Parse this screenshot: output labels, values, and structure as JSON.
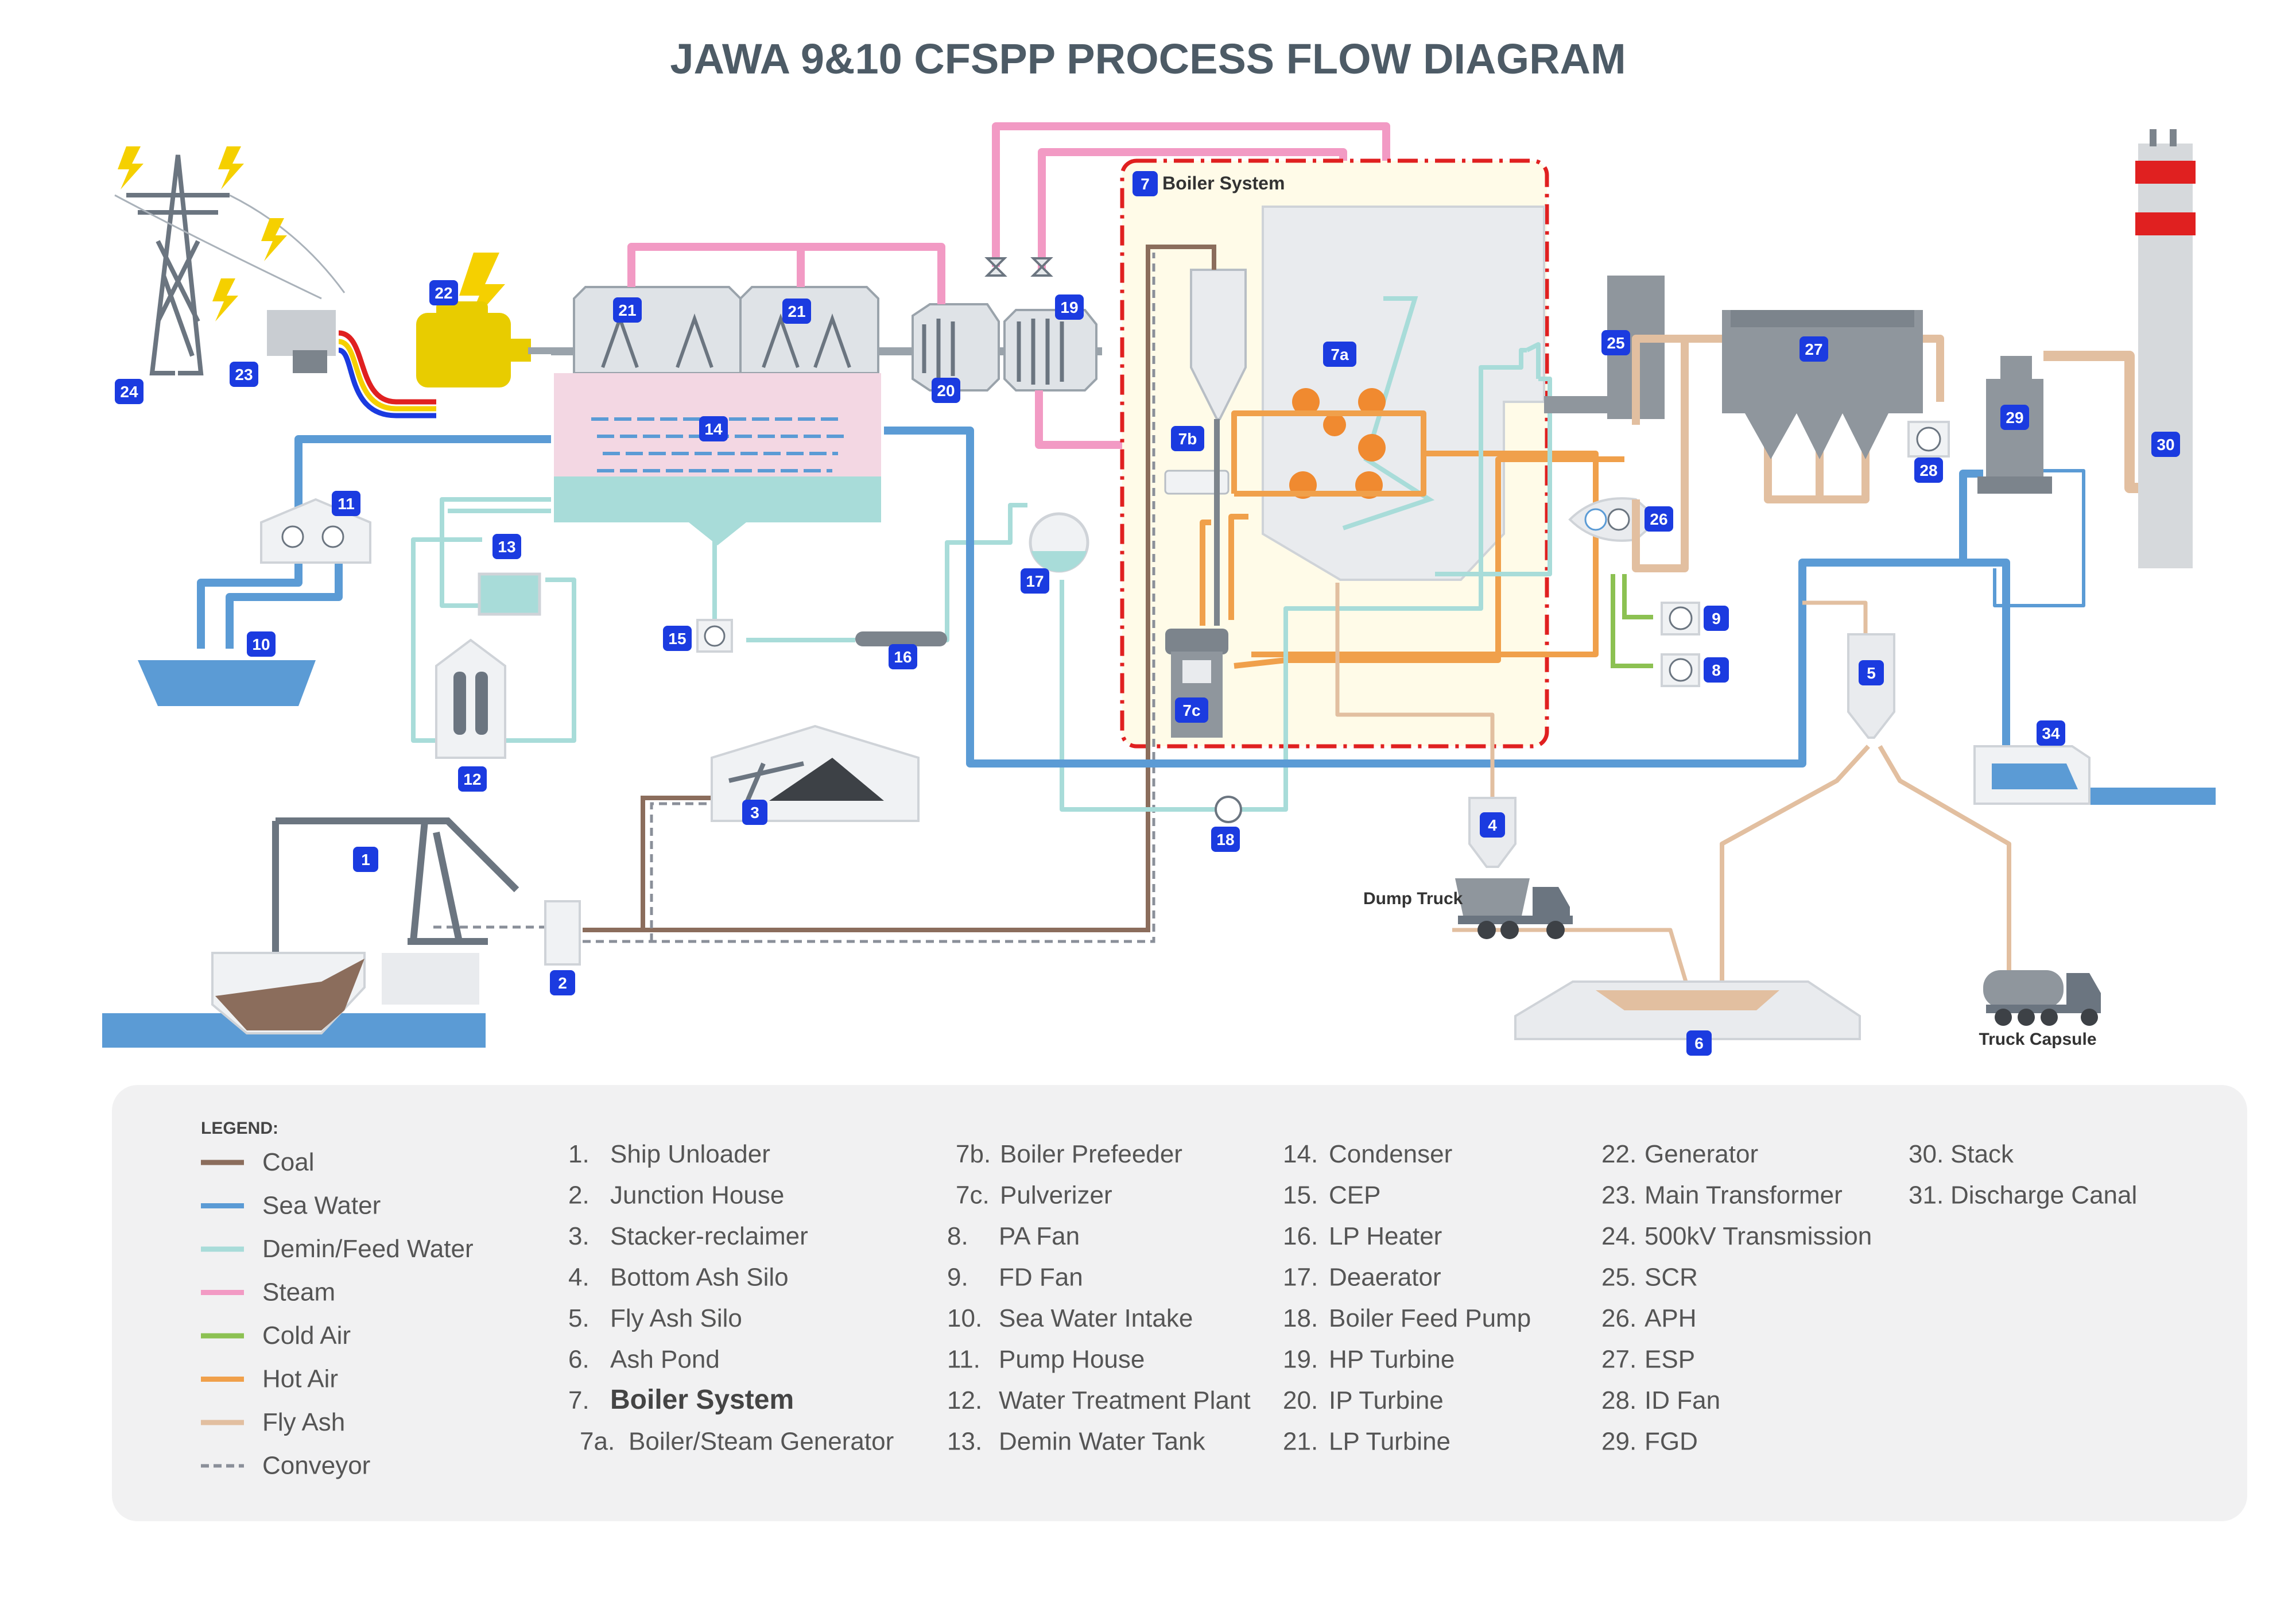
{
  "title": "JAWA 9&10 CFSPP PROCESS FLOW DIAGRAM",
  "colors": {
    "coal": "#8b6d5c",
    "sea_water": "#5b9bd5",
    "demin_water": "#a8dcd9",
    "steam": "#f29ac4",
    "cold_air": "#8cc152",
    "hot_air": "#f0a04b",
    "fly_ash": "#e2bfa0",
    "conveyor": "#8a8f99",
    "badge": "#1b3be0",
    "boiler_border": "#e02020"
  },
  "labels": {
    "boiler_system": "Boiler System",
    "dump_truck": "Dump Truck",
    "truck_capsule": "Truck Capsule"
  },
  "badges": {
    "b1": "1",
    "b2": "2",
    "b3": "3",
    "b4": "4",
    "b5": "5",
    "b6": "6",
    "b7": "7",
    "b7a": "7a",
    "b7b": "7b",
    "b7c": "7c",
    "b8": "8",
    "b9": "9",
    "b10": "10",
    "b11": "11",
    "b12": "12",
    "b13": "13",
    "b14": "14",
    "b15": "15",
    "b16": "16",
    "b17": "17",
    "b18": "18",
    "b19": "19",
    "b20": "20",
    "b21a": "21",
    "b21b": "21",
    "b22": "22",
    "b23": "23",
    "b24": "24",
    "b25": "25",
    "b26": "26",
    "b27": "27",
    "b28": "28",
    "b29": "29",
    "b30": "30",
    "b34": "34"
  },
  "legend": {
    "heading": "LEGEND:",
    "lines": [
      {
        "label": "Coal",
        "color": "#8b6d5c",
        "dashed": false
      },
      {
        "label": "Sea Water",
        "color": "#5b9bd5",
        "dashed": false
      },
      {
        "label": "Demin/Feed Water",
        "color": "#a8dcd9",
        "dashed": false
      },
      {
        "label": "Steam",
        "color": "#f29ac4",
        "dashed": false
      },
      {
        "label": "Cold Air",
        "color": "#8cc152",
        "dashed": false
      },
      {
        "label": "Hot Air",
        "color": "#f0a04b",
        "dashed": false
      },
      {
        "label": "Fly Ash",
        "color": "#e2bfa0",
        "dashed": false
      },
      {
        "label": "Conveyor",
        "color": "#8a8f99",
        "dashed": true
      }
    ],
    "columns": [
      [
        {
          "num": "1.",
          "label": "Ship Unloader"
        },
        {
          "num": "2.",
          "label": "Junction House"
        },
        {
          "num": "3.",
          "label": "Stacker-reclaimer"
        },
        {
          "num": "4.",
          "label": "Bottom Ash Silo"
        },
        {
          "num": "5.",
          "label": "Fly Ash Silo"
        },
        {
          "num": "6.",
          "label": "Ash Pond"
        },
        {
          "num": "7.",
          "label": "Boiler System",
          "bold": true
        },
        {
          "num": "7a.",
          "label": "Boiler/Steam Generator"
        }
      ],
      [
        {
          "num": "7b.",
          "label": "Boiler Prefeeder"
        },
        {
          "num": "7c.",
          "label": "Pulverizer"
        },
        {
          "num": "8.",
          "label": "PA Fan"
        },
        {
          "num": "9.",
          "label": "FD Fan"
        },
        {
          "num": "10.",
          "label": "Sea Water Intake"
        },
        {
          "num": "11.",
          "label": "Pump House"
        },
        {
          "num": "12.",
          "label": "Water Treatment Plant"
        },
        {
          "num": "13.",
          "label": "Demin Water Tank"
        }
      ],
      [
        {
          "num": "14.",
          "label": "Condenser"
        },
        {
          "num": "15.",
          "label": "CEP"
        },
        {
          "num": "16.",
          "label": "LP Heater"
        },
        {
          "num": "17.",
          "label": "Deaerator"
        },
        {
          "num": "18.",
          "label": "Boiler Feed Pump"
        },
        {
          "num": "19.",
          "label": "HP Turbine"
        },
        {
          "num": "20.",
          "label": "IP Turbine"
        },
        {
          "num": "21.",
          "label": "LP Turbine"
        }
      ],
      [
        {
          "num": "22.",
          "label": "Generator"
        },
        {
          "num": "23.",
          "label": "Main Transformer"
        },
        {
          "num": "24.",
          "label": "500kV Transmission"
        },
        {
          "num": "25.",
          "label": "SCR"
        },
        {
          "num": "26.",
          "label": "APH"
        },
        {
          "num": "27.",
          "label": "ESP"
        },
        {
          "num": "28.",
          "label": "ID Fan"
        },
        {
          "num": "29.",
          "label": "FGD"
        }
      ],
      [
        {
          "num": "30.",
          "label": "Stack"
        },
        {
          "num": "31.",
          "label": "Discharge Canal"
        }
      ]
    ]
  }
}
